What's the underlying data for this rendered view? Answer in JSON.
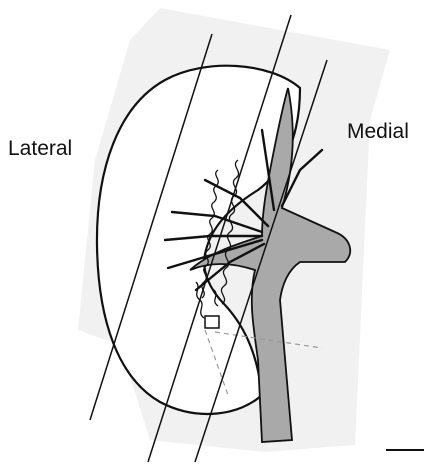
{
  "labels": {
    "lateral": "Lateral",
    "medial": "Medial"
  },
  "colors": {
    "ink": "#111111",
    "paper_tint": "#f2f2f2",
    "vessel_fill": "#a9a9a9",
    "dashed": "#9a9a9a"
  },
  "figure": {
    "subject": "kidney",
    "cut_lines": 3,
    "scale_bar": true
  }
}
